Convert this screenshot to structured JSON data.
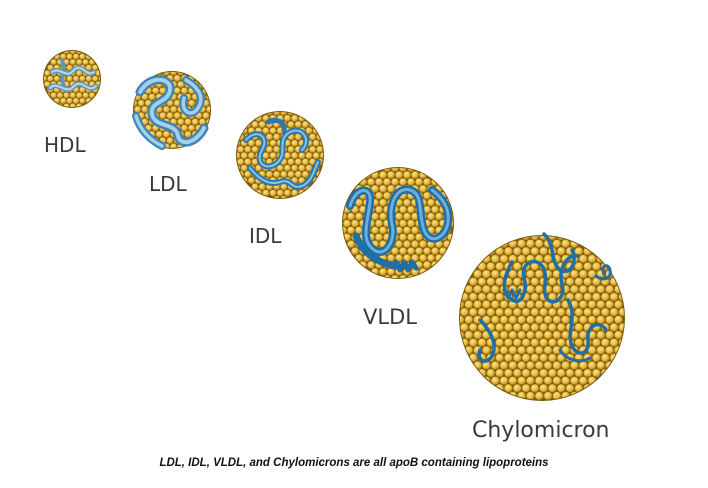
{
  "particles": [
    {
      "id": "hdl",
      "label": "HDL"
    },
    {
      "id": "ldl",
      "label": "LDL"
    },
    {
      "id": "idl",
      "label": "IDL"
    },
    {
      "id": "vldl",
      "label": "VLDL"
    },
    {
      "id": "chylo",
      "label": "Chylomicron"
    }
  ],
  "caption": "LDL, IDL, VLDL, and Chylomicrons are all apoB containing lipoproteins",
  "colors": {
    "lipid": "#e6b93e",
    "lipid_edge": "#9c7418",
    "apoprotein": "#2f7fb0",
    "apoprotein_light": "#9fcbe6"
  }
}
